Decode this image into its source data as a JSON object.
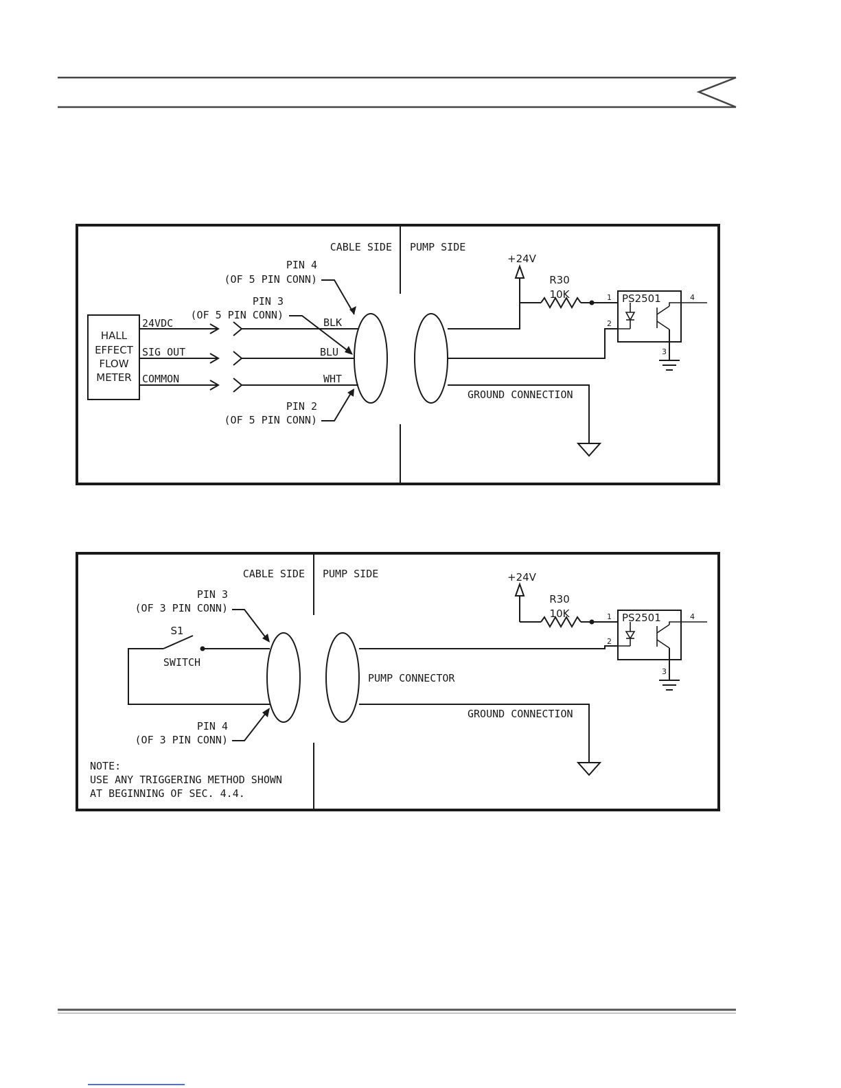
{
  "diagram1": {
    "cable_side": "CABLE SIDE",
    "pump_side": "PUMP SIDE",
    "meter_lines": [
      "HALL",
      "EFFECT",
      "FLOW",
      "METER"
    ],
    "signal_24v": "24VDC",
    "signal_sig": "SIG OUT",
    "signal_common": "COMMON",
    "wire_blk": "BLK",
    "wire_blu": "BLU",
    "wire_wht": "WHT",
    "pin4": "PIN 4",
    "pin4_conn": "(OF 5 PIN CONN)",
    "pin3": "PIN 3",
    "pin3_conn": "(OF 5 PIN CONN)",
    "pin2": "PIN 2",
    "pin2_conn": "(OF 5 PIN CONN)",
    "supply": "+24V",
    "resistor_name": "R30",
    "resistor_value": "10K",
    "optocoupler": "PS2501",
    "pin_1": "1",
    "pin_2": "2",
    "pin_3": "3",
    "pin_4": "4",
    "ground": "GROUND CONNECTION"
  },
  "diagram2": {
    "cable_side": "CABLE SIDE",
    "pump_side": "PUMP SIDE",
    "pin3": "PIN 3",
    "pin3_conn": "(OF 3 PIN CONN)",
    "pin4": "PIN 4",
    "pin4_conn": "(OF 3 PIN CONN)",
    "switch_name": "S1",
    "switch_label": "SWITCH",
    "pump_connector": "PUMP CONNECTOR",
    "supply": "+24V",
    "resistor_name": "R30",
    "resistor_value": "10K",
    "optocoupler": "PS2501",
    "pin_1": "1",
    "pin_2": "2",
    "pin_3": "3",
    "pin_4": "4",
    "ground": "GROUND CONNECTION",
    "note_title": "NOTE:",
    "note_line1": "USE ANY TRIGGERING METHOD SHOWN",
    "note_line2": "AT BEGINNING OF SEC. 4.4."
  }
}
